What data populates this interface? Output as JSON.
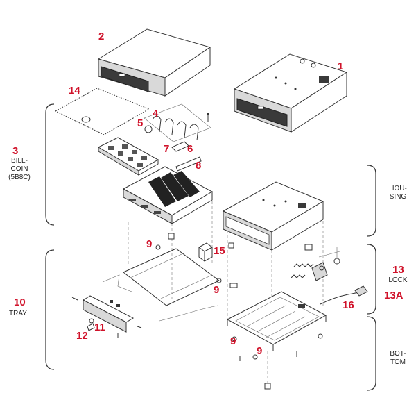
{
  "callouts": {
    "c1": "1",
    "c2": "2",
    "c3": "3",
    "c4": "4",
    "c5": "5",
    "c6": "6",
    "c7": "7",
    "c8": "8",
    "c9a": "9",
    "c9b": "9",
    "c9c": "9",
    "c9d": "9",
    "c10": "10",
    "c11": "11",
    "c12": "12",
    "c13": "13",
    "c13a": "13A",
    "c14": "14",
    "c15": "15",
    "c16": "16"
  },
  "groups": {
    "billcoin": [
      "BILL-",
      "COIN",
      "(5B8C)"
    ],
    "tray": "TRAY",
    "housing": [
      "HOU-",
      "SING"
    ],
    "lock": "LOCK",
    "bottom": [
      "BOT-",
      "TOM"
    ]
  }
}
